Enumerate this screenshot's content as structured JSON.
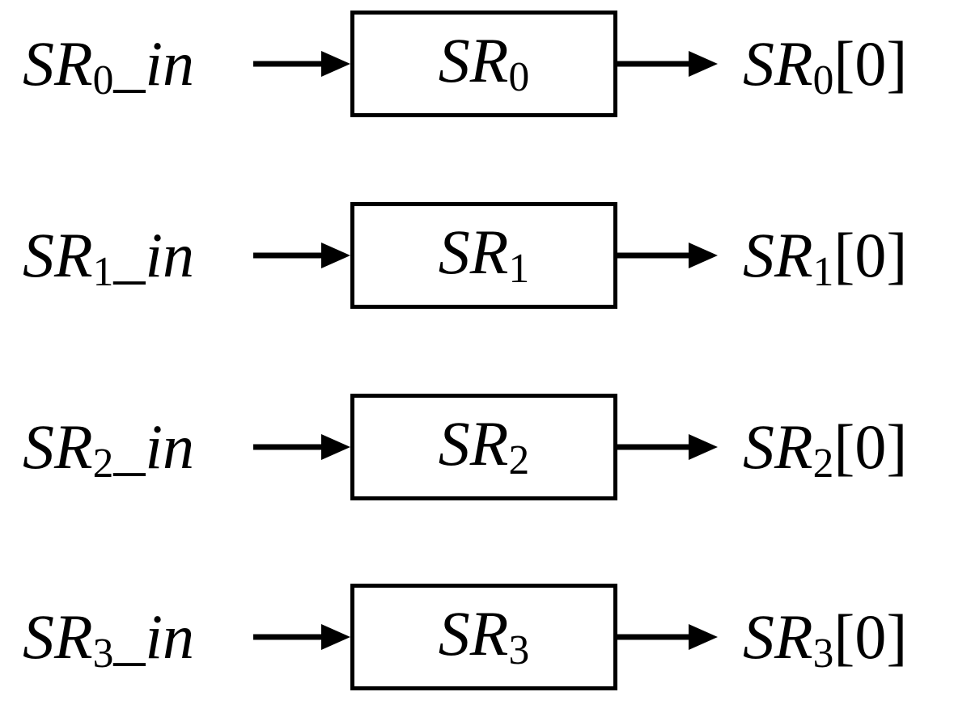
{
  "colors": {
    "ink": "#000000",
    "background": "#ffffff"
  },
  "figure": {
    "description": "Four shift registers with input and output tap signals",
    "rows": [
      {
        "input": {
          "base": "SR",
          "sub": "0",
          "suffix": "_in"
        },
        "box": {
          "base": "SR",
          "sub": "0"
        },
        "output": {
          "base": "SR",
          "sub": "0",
          "suffix": "[0]"
        }
      },
      {
        "input": {
          "base": "SR",
          "sub": "1",
          "suffix": "_in"
        },
        "box": {
          "base": "SR",
          "sub": "1"
        },
        "output": {
          "base": "SR",
          "sub": "1",
          "suffix": "[0]"
        }
      },
      {
        "input": {
          "base": "SR",
          "sub": "2",
          "suffix": "_in"
        },
        "box": {
          "base": "SR",
          "sub": "2"
        },
        "output": {
          "base": "SR",
          "sub": "2",
          "suffix": "[0]"
        }
      },
      {
        "input": {
          "base": "SR",
          "sub": "3",
          "suffix": "_in"
        },
        "box": {
          "base": "SR",
          "sub": "3"
        },
        "output": {
          "base": "SR",
          "sub": "3",
          "suffix": "[0]"
        }
      }
    ]
  }
}
